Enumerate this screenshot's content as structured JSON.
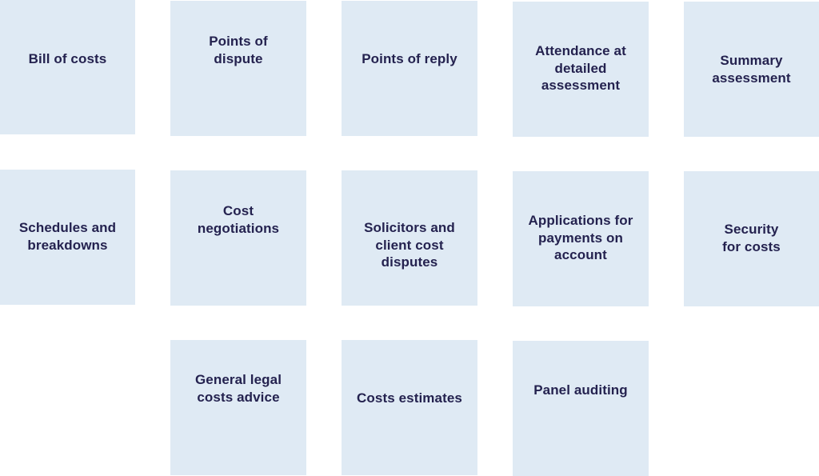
{
  "colors": {
    "tile_background": "#dfeaf4",
    "label_text": "#24224f",
    "page_background": "#ffffff"
  },
  "tiles": [
    {
      "label": "Bill of costs",
      "row": 1,
      "col": 1
    },
    {
      "label": "Points of\ndispute",
      "row": 1,
      "col": 2
    },
    {
      "label": "Points of reply",
      "row": 1,
      "col": 3
    },
    {
      "label": "Attendance at\ndetailed\nassessment",
      "row": 1,
      "col": 4
    },
    {
      "label": "Summary\nassessment",
      "row": 1,
      "col": 5
    },
    {
      "label": "Schedules and\nbreakdowns",
      "row": 2,
      "col": 1
    },
    {
      "label": "Cost\nnegotiations",
      "row": 2,
      "col": 2
    },
    {
      "label": "Solicitors and\nclient cost\ndisputes",
      "row": 2,
      "col": 3
    },
    {
      "label": "Applications for\npayments on\naccount",
      "row": 2,
      "col": 4
    },
    {
      "label": "Security\nfor costs",
      "row": 2,
      "col": 5
    },
    {
      "label": "General legal\ncosts advice",
      "row": 3,
      "col": 2
    },
    {
      "label": "Costs estimates",
      "row": 3,
      "col": 3
    },
    {
      "label": "Panel auditing",
      "row": 3,
      "col": 4
    }
  ]
}
